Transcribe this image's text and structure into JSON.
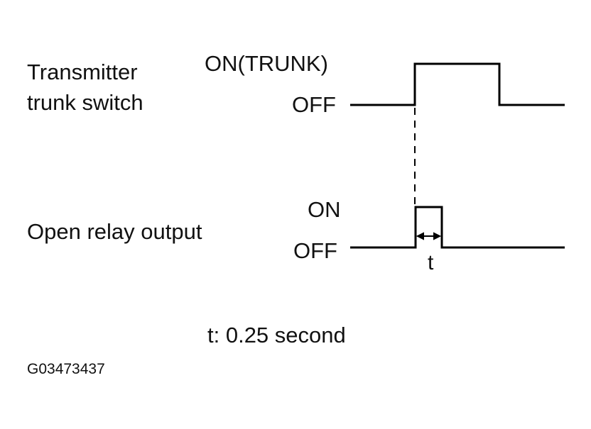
{
  "signals": [
    {
      "label_lines": [
        "Transmitter",
        "trunk switch"
      ],
      "high_state": "ON(TRUNK)",
      "low_state": "OFF"
    },
    {
      "label_lines": [
        "Open relay output"
      ],
      "high_state": "ON",
      "low_state": "OFF"
    }
  ],
  "pulse_width_label": "t",
  "note": "t: 0.25 second",
  "figure_id": "G03473437",
  "line_color": "#000000"
}
